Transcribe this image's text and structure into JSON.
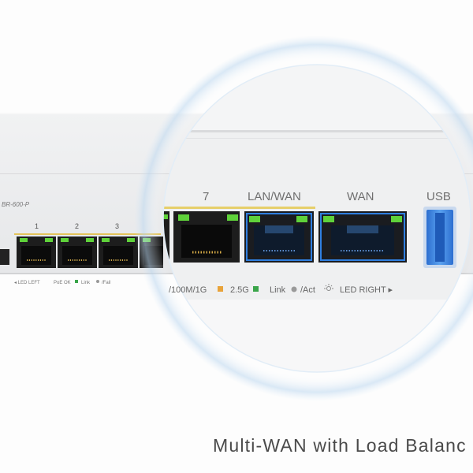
{
  "product": {
    "model_label": "BR-600-P",
    "caption": "Multi-WAN with Load Balanc"
  },
  "front_panel": {
    "small_port_numbers": [
      "1",
      "2",
      "3"
    ],
    "legend_left": {
      "led_left": "◂ LED LEFT",
      "poe_ok": "PoE OK",
      "link": "Link",
      "fail": "/Fail"
    }
  },
  "magnified_panel": {
    "port_labels": {
      "port7": "7",
      "lan_wan": "LAN/WAN",
      "wan": "WAN",
      "usb": "USB"
    },
    "legend": {
      "speed": "/100M/1G",
      "speed_2_5g": "2.5G",
      "link": "Link",
      "act": "/Act",
      "led_right": "LED RIGHT ▸"
    }
  },
  "colors": {
    "led_green": "#5fd23a",
    "speed_orange": "#e8a33a",
    "speed_green": "#3aa54a",
    "port_glow_blue": "#2f7fe0",
    "usb_blue": "#3a82dc",
    "caption_text": "#4a4a4a"
  }
}
